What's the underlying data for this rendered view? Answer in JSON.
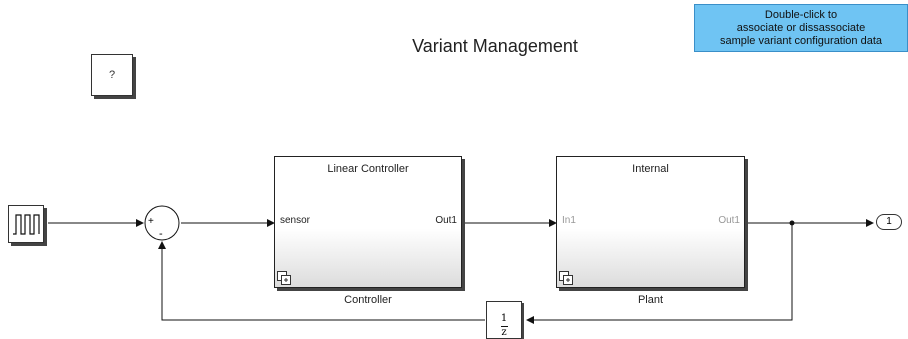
{
  "model": {
    "title": "Variant Management"
  },
  "annotation": {
    "line1": "Double-click to",
    "line2": "associate or dissassociate",
    "line3": "sample variant configuration data"
  },
  "info_block": {
    "text": "?"
  },
  "sum_block": {
    "plus": "+",
    "minus": "-"
  },
  "controller": {
    "header": "Linear Controller",
    "input_port": "sensor",
    "output_port": "Out1",
    "label": "Controller"
  },
  "plant": {
    "header": "Internal",
    "input_port": "In1",
    "output_port": "Out1",
    "label": "Plant"
  },
  "unit_delay": {
    "numerator": "1",
    "denominator": "z"
  },
  "outport": {
    "number": "1"
  },
  "colors": {
    "annotation_bg": "#6fc4f3",
    "line": "#111111",
    "inactive_port": "#999999"
  }
}
